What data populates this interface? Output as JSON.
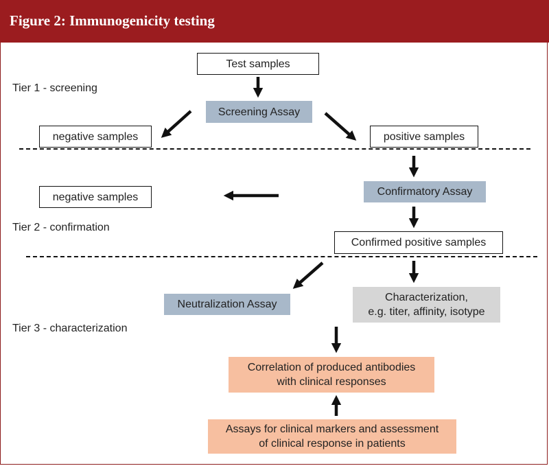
{
  "header": {
    "title": "Figure 2: Immunogenicity testing"
  },
  "colors": {
    "header_bg": "#9b1c1f",
    "assay_fill": "#a8b8c9",
    "characterization_fill": "#d6d6d6",
    "clinical_fill": "#f7bfa0"
  },
  "tiers": {
    "tier1": "Tier 1 - screening",
    "tier2": "Tier 2 - confirmation",
    "tier3": "Tier 3 - characterization"
  },
  "nodes": {
    "test_samples": "Test samples",
    "screening_assay": "Screening Assay",
    "negative_samples_1": "negative samples",
    "positive_samples": "positive samples",
    "confirmatory_assay": "Confirmatory Assay",
    "negative_samples_2": "negative samples",
    "confirmed_positive": "Confirmed positive samples",
    "neutralization_assay": "Neutralization Assay",
    "characterization_line1": "Characterization,",
    "characterization_line2": "e.g. titer, affinity, isotype",
    "correlation_line1": "Correlation of produced antibodies",
    "correlation_line2": "with clinical responses",
    "assays_clinical_line1": "Assays for clinical markers and assessment",
    "assays_clinical_line2": "of clinical response in patients"
  }
}
